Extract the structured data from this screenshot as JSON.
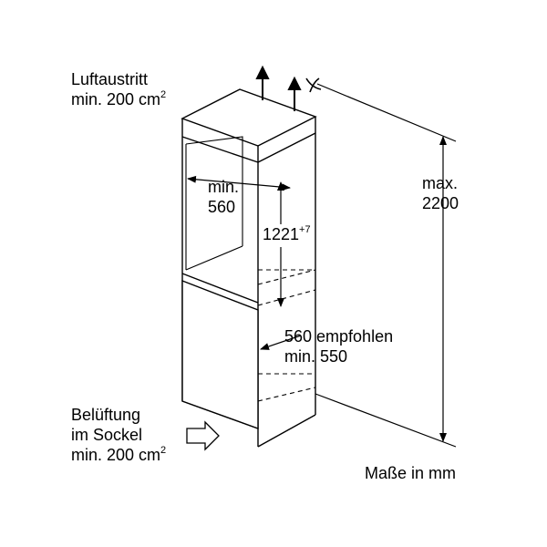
{
  "labels": {
    "air_outlet": {
      "line1": "Luftaustritt",
      "line2": "min. 200 cm",
      "sup": "2"
    },
    "min_width": {
      "line1": "min.",
      "line2": "560"
    },
    "niche_height": {
      "value": "1221",
      "sup": "+7"
    },
    "max_height": {
      "line1": "max.",
      "line2": "2200"
    },
    "depth": {
      "line1": "560 empfohlen",
      "line2": "min. 550"
    },
    "base_ventilation": {
      "line1": "Belüftung",
      "line2": "im Sockel",
      "line3": "min. 200 cm",
      "sup": "2"
    },
    "units": "Maße in mm"
  }
}
